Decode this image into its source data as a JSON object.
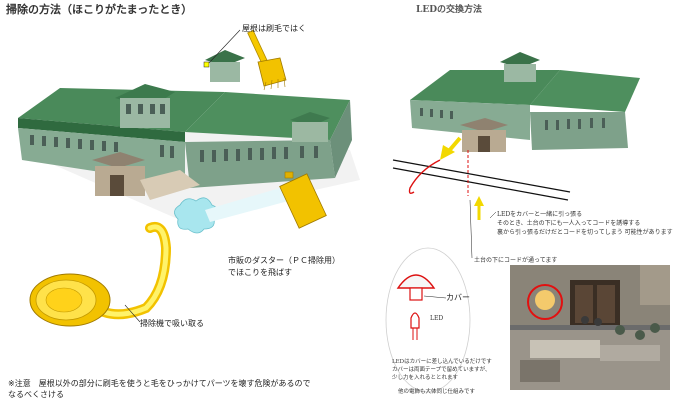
{
  "left_panel": {
    "title": "掃除の方法（ほこりがたまったとき）",
    "roof_label": "屋根は刷毛ではく",
    "duster_label_line1": "市販のダスター（ＰＣ掃除用）",
    "duster_label_line2": "でほこりを飛ばす",
    "vacuum_label": "掃除機で吸い取る",
    "note_line1": "※注意　屋根以外の部分に刷毛を使うと毛をひっかけてパーツを壊す危険があるので",
    "note_line2": "なるべくさける"
  },
  "right_panel": {
    "title": "LEDの交換方法",
    "step1_line1": "LEDをカバーと一緒に引っ張る",
    "step1_line2": "そのとき、土台の下にも一人入ってコードを誘導する",
    "step1_line3": "裏から引っ張るだけだとコードを切ってしまう 可能性があります",
    "cord_label": "土台の下にコードが通ってます",
    "cover_label": "カバー",
    "led_label": "LED",
    "bottom_line1": "LEDはカバーに差し込んでいるだけです",
    "bottom_line2": "カバーは両面テープで留めていますが、",
    "bottom_line3": "少し力を入れるととれます",
    "bottom_line4": "他の電飾も大体同じ仕組みです"
  },
  "colors": {
    "roof": "#3f7a4f",
    "wall": "#7fa58c",
    "brush": "#f2c200",
    "arrow": "#f2d800",
    "cord": "#dd1111",
    "dust": "#a8e6ee"
  }
}
